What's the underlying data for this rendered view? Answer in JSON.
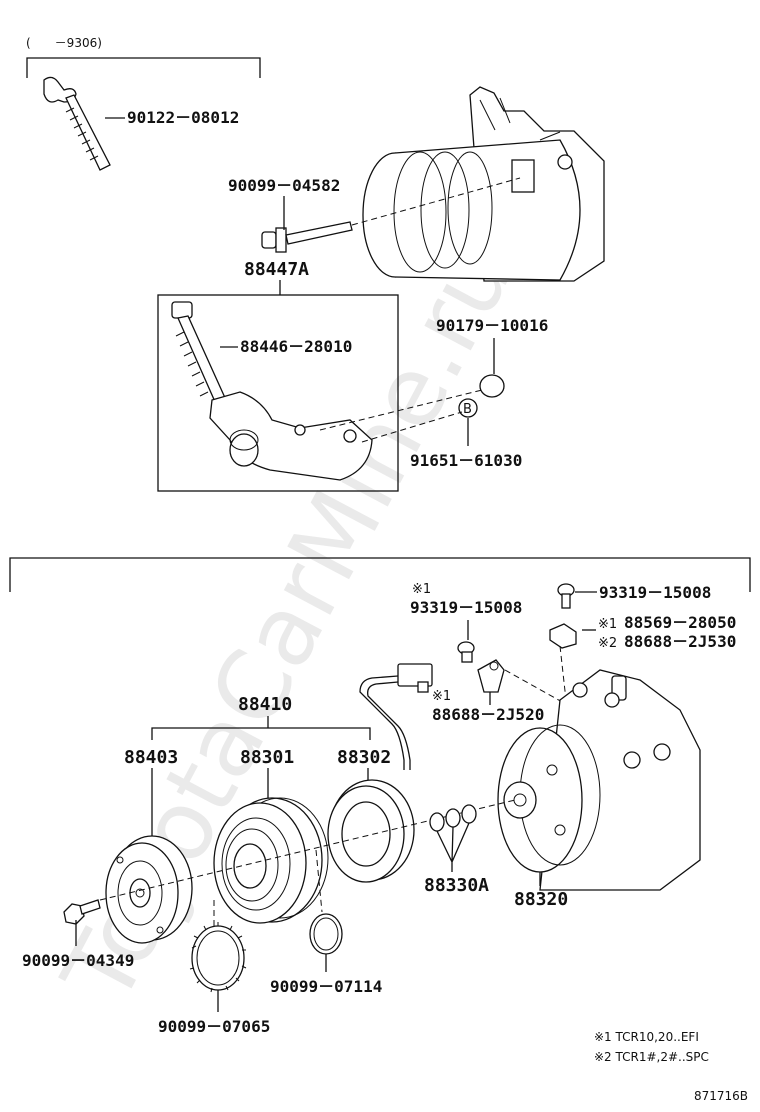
{
  "watermark": "ToyotaCarMine.ru",
  "date_range": "(　　－9306)",
  "parts": {
    "p90122": "90122－08012",
    "p90099_04582": "90099－04582",
    "p88447A": "88447A",
    "p88446": "88446－28010",
    "p90179": "90179－10016",
    "p91651": "91651－61030",
    "circle_b": "B",
    "p93319_top": "93319－15008",
    "mark1_a": "※1",
    "p93319_mid": "93319－15008",
    "mark1_b": "※1",
    "p88569": "88569－28050",
    "mark2_a": "※2",
    "p88688_2j530": "88688－2J530",
    "mark1_c": "※1",
    "p88688_2j520": "88688－2J520",
    "p88410": "88410",
    "p88403": "88403",
    "p88301": "88301",
    "p88302": "88302",
    "p88330A": "88330A",
    "p88320": "88320",
    "p90099_04349": "90099－04349",
    "p90099_07114": "90099－07114",
    "p90099_07065": "90099－07065"
  },
  "notes": {
    "note1": "※1 TCR10,20..EFI",
    "note2": "※2 TCR1#,2#..SPC"
  },
  "figure_id": "871716B"
}
